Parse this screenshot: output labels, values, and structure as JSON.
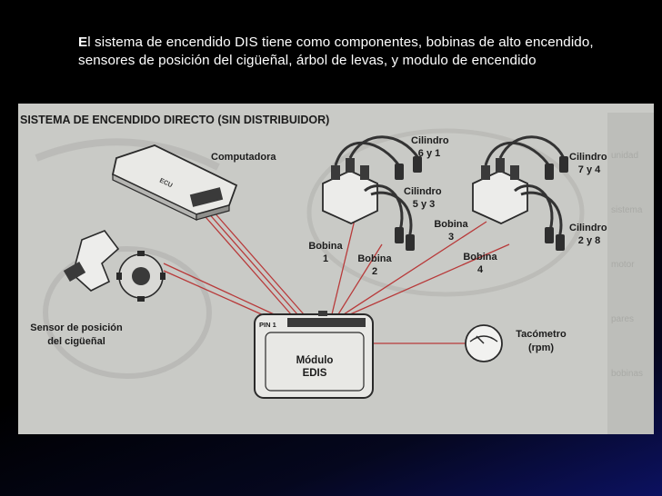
{
  "caption": {
    "first_letter": "E",
    "rest": "l sistema de encendido DIS tiene como componentes, bobinas de alto encendido, sensores de posición del cigüeñal, árbol de levas, y modulo de encendido"
  },
  "diagram": {
    "title": "SISTEMA DE ENCENDIDO DIRECTO (SIN DISTRIBUIDOR)",
    "computer": "Computadora",
    "cyl_61": [
      "Cilindro",
      "6 y 1"
    ],
    "cyl_53": [
      "Cilindro",
      "5 y 3"
    ],
    "cyl_74": [
      "Cilindro",
      "7 y 4"
    ],
    "cyl_28": [
      "Cilindro",
      "2 y 8"
    ],
    "coil1": [
      "Bobina",
      "1"
    ],
    "coil2": [
      "Bobina",
      "2"
    ],
    "coil3": [
      "Bobina",
      "3"
    ],
    "coil4": [
      "Bobina",
      "4"
    ],
    "sensor": [
      "Sensor de posición",
      "del cigüeñal"
    ],
    "module": [
      "Módulo",
      "EDIS"
    ],
    "pin": "PIN 1",
    "tach": [
      "Tacómetro",
      "(rpm)"
    ],
    "ecu_marking": "ECU"
  },
  "colors": {
    "background": "#000000",
    "figure_bg": "#c9cac6",
    "wire": "#b83a3a",
    "ink": "#1c1c1c"
  }
}
